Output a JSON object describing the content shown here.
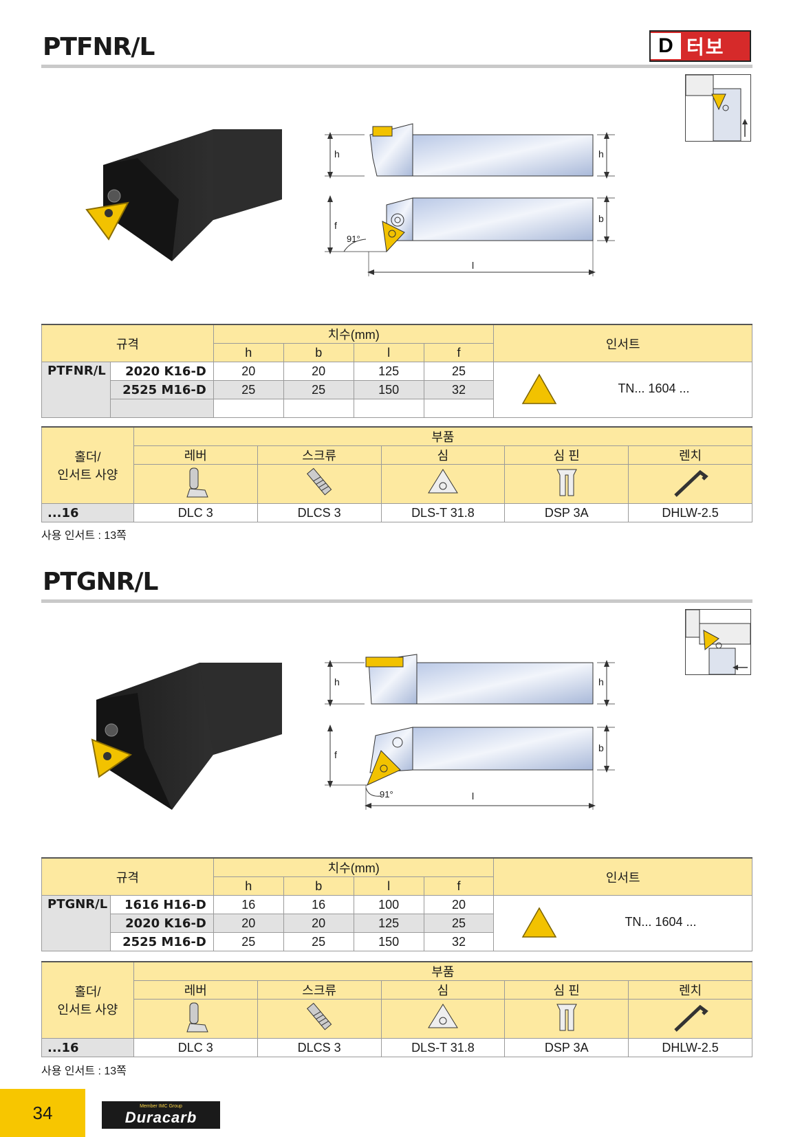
{
  "brand": {
    "logo_text": "터보"
  },
  "footer": {
    "page_number": "34",
    "logo_text": "Duracarb",
    "logo_subtext": "Member IMC Group"
  },
  "sections": [
    {
      "title": "PTFNR/L",
      "angle": "91°",
      "dim_labels": {
        "h": "h",
        "b": "b",
        "f": "f",
        "l": "l"
      },
      "table": {
        "spec_header": "규격",
        "dims_header": "치수(mm)",
        "dim_cols": [
          "h",
          "b",
          "l",
          "f"
        ],
        "insert_header": "인서트",
        "series": "PTFNR/L",
        "rows": [
          {
            "code": "2020 K16-D",
            "h": "20",
            "b": "20",
            "l": "125",
            "f": "25"
          },
          {
            "code": "2525 M16-D",
            "h": "25",
            "b": "25",
            "l": "150",
            "f": "32"
          }
        ],
        "insert_code": "TN... 1604 ..."
      },
      "parts": {
        "holder_label_1": "홀더/",
        "holder_label_2": "인서트 사양",
        "parts_header": "부품",
        "cols": [
          "레버",
          "스크류",
          "심",
          "심 핀",
          "렌치"
        ],
        "size": "...16",
        "codes": [
          "DLC 3",
          "DLCS 3",
          "DLS-T 31.8",
          "DSP 3A",
          "DHLW-2.5"
        ]
      },
      "note": "사용 인서트 : 13쪽"
    },
    {
      "title": "PTGNR/L",
      "angle": "91°",
      "dim_labels": {
        "h": "h",
        "b": "b",
        "f": "f",
        "l": "l"
      },
      "table": {
        "spec_header": "규격",
        "dims_header": "치수(mm)",
        "dim_cols": [
          "h",
          "b",
          "l",
          "f"
        ],
        "insert_header": "인서트",
        "series": "PTGNR/L",
        "rows": [
          {
            "code": "1616 H16-D",
            "h": "16",
            "b": "16",
            "l": "100",
            "f": "20"
          },
          {
            "code": "2020 K16-D",
            "h": "20",
            "b": "20",
            "l": "125",
            "f": "25"
          },
          {
            "code": "2525 M16-D",
            "h": "25",
            "b": "25",
            "l": "150",
            "f": "32"
          }
        ],
        "insert_code": "TN... 1604 ..."
      },
      "parts": {
        "holder_label_1": "홀더/",
        "holder_label_2": "인서트 사양",
        "parts_header": "부품",
        "cols": [
          "레버",
          "스크류",
          "심",
          "심 핀",
          "렌치"
        ],
        "size": "...16",
        "codes": [
          "DLC 3",
          "DLCS 3",
          "DLS-T 31.8",
          "DSP 3A",
          "DHLW-2.5"
        ]
      },
      "note": "사용 인서트 : 13쪽"
    }
  ]
}
